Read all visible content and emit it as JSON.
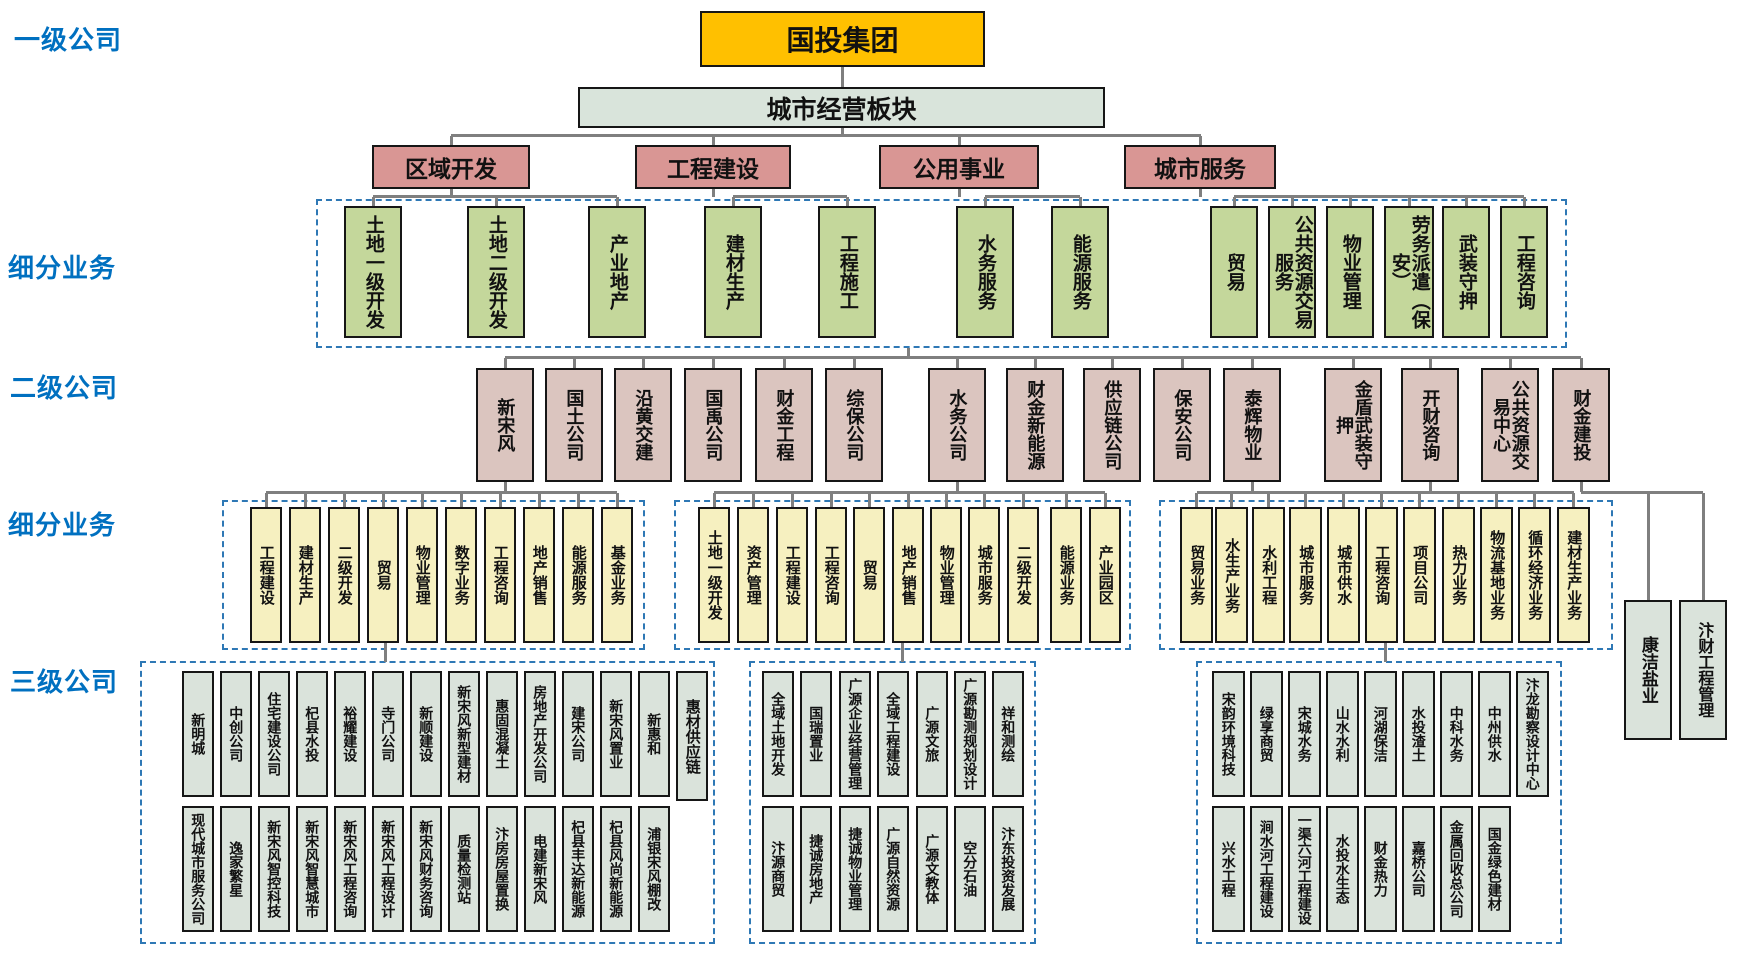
{
  "row_labels": [
    "一级公司",
    "细分业务",
    "二级公司",
    "细分业务",
    "三级公司"
  ],
  "levels": {
    "root": "国投集团",
    "sector": "城市经营板块",
    "categories": [
      "区域开发",
      "工程建设",
      "公用事业",
      "城市服务"
    ],
    "segments1": [
      "土地一级开发",
      "土地二级开发",
      "产业地产",
      "建材生产",
      "工程施工",
      "水务服务",
      "能源服务",
      "贸易",
      "公共资源交易服务",
      "物业管理",
      "劳务派遣（保安）",
      "武装守押",
      "工程咨询"
    ],
    "companies2": [
      "新宋风",
      "国土公司",
      "沿黄交建",
      "国禹公司",
      "财金工程",
      "综保公司",
      "水务公司",
      "财金新能源",
      "供应链公司",
      "保安公司",
      "泰辉物业",
      "金盾武装守押",
      "开财咨询",
      "公共资源交易中心",
      "财金建投"
    ],
    "segments2_g1": [
      "工程建设",
      "建材生产",
      "二级开发",
      "贸易",
      "物业管理",
      "数字业务",
      "工程咨询",
      "地产销售",
      "能源服务",
      "基金业务"
    ],
    "segments2_g2": [
      "土地一级开发",
      "资产管理",
      "工程建设",
      "工程咨询",
      "贸易",
      "地产销售",
      "物业管理",
      "城市服务",
      "二级开发",
      "能源业务",
      "产业园区"
    ],
    "segments2_g3": [
      "贸易业务",
      "水生产业务",
      "水利工程",
      "城市服务",
      "城市供水",
      "工程咨询",
      "项目公司",
      "热力业务",
      "物流基地业务",
      "循环经济业务",
      "建材生产业务"
    ],
    "companies3_left_r1": [
      "新明城",
      "中创公司",
      "住宅建设公司",
      "杞县水投",
      "裕耀建设",
      "寺门公司",
      "新顺建设",
      "新宋风新型建材",
      "惠固混凝土",
      "房地产开发公司",
      "建宋公司",
      "新宋风置业",
      "新惠和"
    ],
    "companies3_left_tall": "惠材供应链",
    "companies3_left_r2": [
      "现代城市服务公司",
      "逸家繁星",
      "新宋风智控科技",
      "新宋风智慧城市",
      "新宋风工程咨询",
      "新宋风工程设计",
      "新宋风财务咨询",
      "质量检测站",
      "汴房房屋置换",
      "电建新宋风",
      "杞县丰达新能源",
      "杞县风尚新能源",
      "浦银宋风棚改"
    ],
    "companies3_mid_r1": [
      "全域土地开发",
      "国瑞置业",
      "广源企业经营管理",
      "全域工程建设",
      "广源文旅",
      "广源勘测规划设计",
      "祥和测绘"
    ],
    "companies3_mid_r2": [
      "汴源商贸",
      "捷诚房地产",
      "捷诚物业管理",
      "广源自然资源",
      "广源文教体",
      "空分石油",
      "汴东投资发展"
    ],
    "companies3_right_r1": [
      "宋韵环境科技",
      "绿享商贸",
      "宋城水务",
      "山水水利",
      "河湖保洁",
      "水投渣土",
      "中科水务",
      "中州供水",
      "汴龙勘察设计中心"
    ],
    "companies3_right_r2": [
      "兴水工程",
      "涧水河工程建设",
      "一渠六河工程建设",
      "水投水生态",
      "财金热力",
      "嘉桥公司",
      "金属回收总公司",
      "国金绿色建材"
    ],
    "companies3_standalone": [
      "康洁盐业",
      "汴财工程管理"
    ]
  },
  "colors": {
    "root": "#FFC000",
    "sector": "#D9E4DB",
    "category": "#D99694",
    "segment1": "#C4D79B",
    "company2": "#DBC5BF",
    "segment2": "#F6F0C0",
    "company3": "#DAE3DB",
    "dashed_border": "#2E78B5",
    "connector": "#7F7F7F",
    "row_label": "#0070C0"
  }
}
